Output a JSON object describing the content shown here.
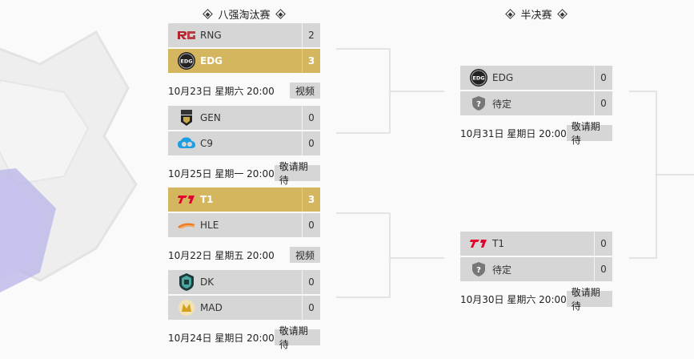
{
  "rounds": {
    "quarterfinal": {
      "title": "八强淘汰赛"
    },
    "semifinal": {
      "title": "半决赛"
    }
  },
  "quarterfinals": [
    {
      "teams": [
        {
          "name": "RNG",
          "score": "2",
          "logo": "rng-logo",
          "winner": false
        },
        {
          "name": "EDG",
          "score": "3",
          "logo": "edg-logo",
          "winner": true
        }
      ],
      "time": "10月23日 星期六 20:00",
      "status": "视频"
    },
    {
      "teams": [
        {
          "name": "GEN",
          "score": "0",
          "logo": "gen-logo",
          "winner": false
        },
        {
          "name": "C9",
          "score": "0",
          "logo": "c9-logo",
          "winner": false
        }
      ],
      "time": "10月25日 星期一 20:00",
      "status": "敬请期待"
    },
    {
      "teams": [
        {
          "name": "T1",
          "score": "3",
          "logo": "t1-logo",
          "winner": true
        },
        {
          "name": "HLE",
          "score": "0",
          "logo": "hle-logo",
          "winner": false
        }
      ],
      "time": "10月22日 星期五 20:00",
      "status": "视频"
    },
    {
      "teams": [
        {
          "name": "DK",
          "score": "0",
          "logo": "dk-logo",
          "winner": false
        },
        {
          "name": "MAD",
          "score": "0",
          "logo": "mad-logo",
          "winner": false
        }
      ],
      "time": "10月24日 星期日 20:00",
      "status": "敬请期待"
    }
  ],
  "semifinals": [
    {
      "teams": [
        {
          "name": "EDG",
          "score": "0",
          "logo": "edg-logo"
        },
        {
          "name": "待定",
          "score": "0",
          "logo": "question-shield-icon"
        }
      ],
      "time": "10月31日 星期日 20:00",
      "status": "敬请期待"
    },
    {
      "teams": [
        {
          "name": "T1",
          "score": "0",
          "logo": "t1-logo"
        },
        {
          "name": "待定",
          "score": "0",
          "logo": "question-shield-icon"
        }
      ],
      "time": "10月30日 星期六 20:00",
      "status": "敬请期待"
    }
  ],
  "colors": {
    "winner_row": "#d4b65e",
    "row": "#d6d6d6",
    "line": "#cfcfcf",
    "rng_red": "#b5242c",
    "t1_red": "#e2012d",
    "c9_blue": "#1b9ee2",
    "background_art": "#b8b4e8"
  }
}
